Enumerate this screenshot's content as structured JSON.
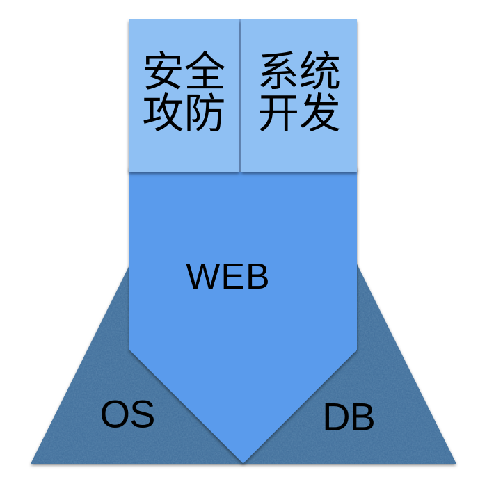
{
  "colors": {
    "background": "#FFFFFF",
    "box_fill": "#8FC0F3",
    "box_divider": "#7AA6DB",
    "arrow_fill": "#5A9BEC",
    "triangle_fill": "#3E6C99",
    "label_color": "#000000"
  },
  "diagram": {
    "top_left_box": {
      "line1": "安全",
      "line2": "攻防"
    },
    "top_right_box": {
      "line1": "系统",
      "line2": "开发"
    },
    "arrow_label": "WEB",
    "foundation_left_label": "OS",
    "foundation_right_label": "DB"
  }
}
